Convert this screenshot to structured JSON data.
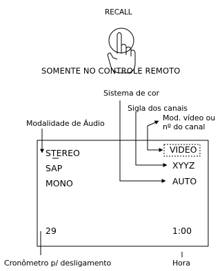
{
  "recall": {
    "button_label": "RECALL",
    "note": "SOMENTE NO CONTROLE REMOTO"
  },
  "labels": {
    "sistema_cor": "Sistema de cor",
    "sigla_canais": "Sigla dos canais",
    "modalidade_audio": "Modalidade de Áudio",
    "mod_video_line1": "Mod. vídeo ou",
    "mod_video_line2": "nº do canal",
    "cronometro": "Cronômetro p/ desligamento",
    "hora": "Hora"
  },
  "screen": {
    "audio_modes": [
      "STEREO",
      "SAP",
      "MONO"
    ],
    "video": "VIDEO",
    "channel_code": "XYYZ",
    "color_system": "AUTO",
    "timer": "29",
    "clock": "1:00"
  },
  "icons": [
    "pressing-hand-icon",
    "arrow-icon"
  ]
}
